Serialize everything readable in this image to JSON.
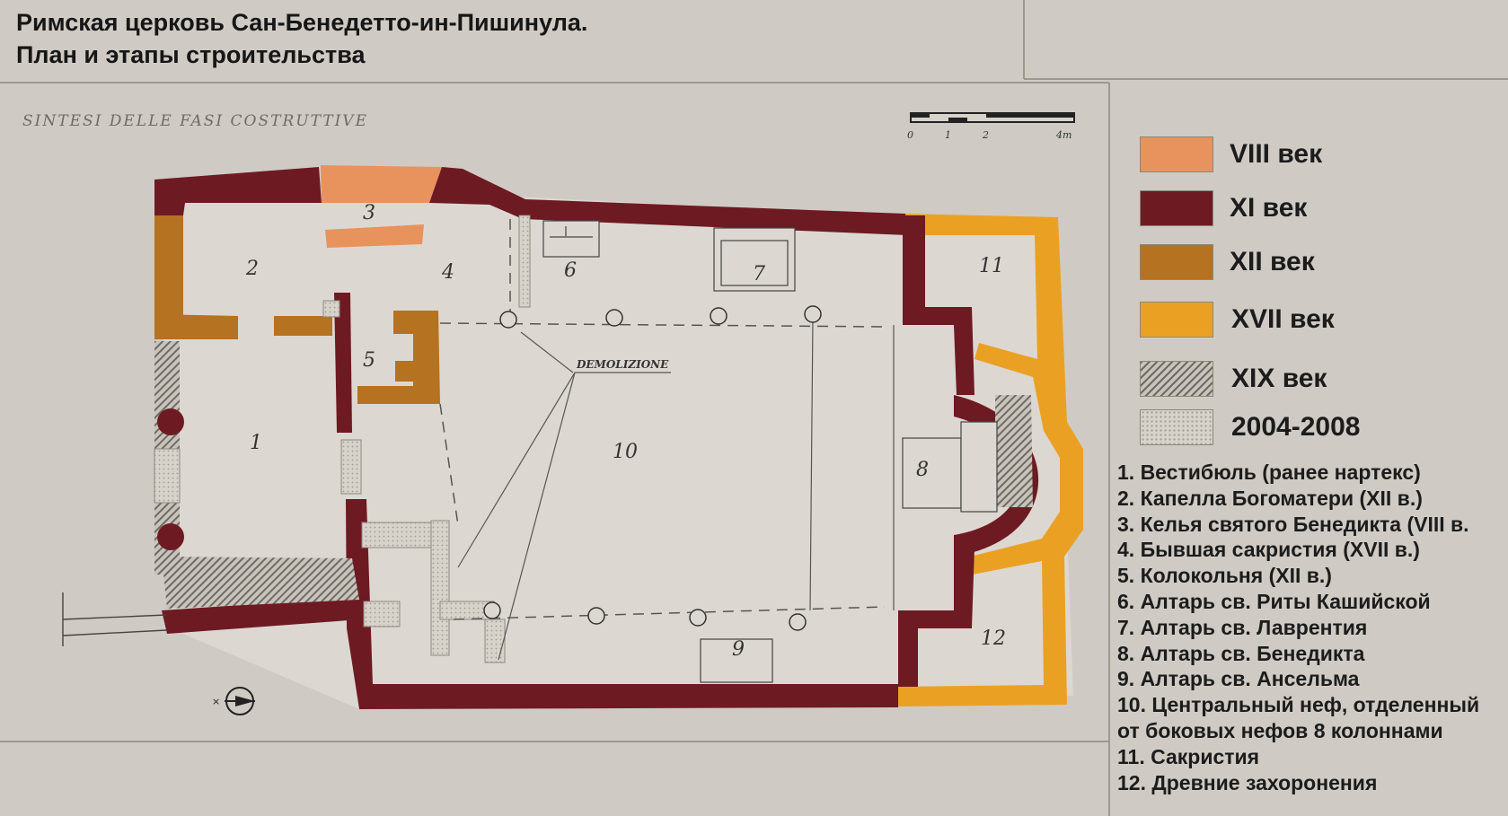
{
  "title_lines": [
    "Римская церковь Сан-Бенедетто-ин-Пишинула.",
    "План и этапы строительства"
  ],
  "plan": {
    "heading": "SINTESI DELLE FASI COSTRUTTIVE",
    "demolition_label": "DEMOLIZIONE",
    "scale_labels": [
      "0",
      "1",
      "2",
      "4m"
    ],
    "room_numbers": [
      "1",
      "2",
      "3",
      "4",
      "5",
      "6",
      "7",
      "8",
      "9",
      "10",
      "11",
      "12"
    ]
  },
  "legend": [
    {
      "label": "VIII век",
      "color": "#e8925e",
      "pattern": "solid"
    },
    {
      "label": "XI век",
      "color": "#6e1a22",
      "pattern": "solid"
    },
    {
      "label": "XII век",
      "color": "#b57220",
      "pattern": "solid"
    },
    {
      "label": "XVII век",
      "color": "#eaa123",
      "pattern": "solid"
    },
    {
      "label": "XIX век",
      "color": "#6f6a63",
      "pattern": "hatch"
    },
    {
      "label": "2004-2008",
      "color": "#d7d2ca",
      "pattern": "dots"
    }
  ],
  "key": [
    "1. Вестибюль (ранее нартекс)",
    "2. Капелла Богоматери (XII в.)",
    "3. Келья святого Бенедикта (VIII в.",
    "4. Бывшая сакристия (XVII в.)",
    "5. Колокольня (XII в.)",
    "6. Алтарь св. Риты Кашийской",
    "7. Алтарь св. Лаврентия",
    "8. Алтарь св. Бенедикта",
    "9. Алтарь св. Ансельма",
    "10. Центральный неф, отделенный",
    "от боковых нефов 8 колоннами",
    "11. Сакристия",
    "12. Древние захоронения"
  ]
}
